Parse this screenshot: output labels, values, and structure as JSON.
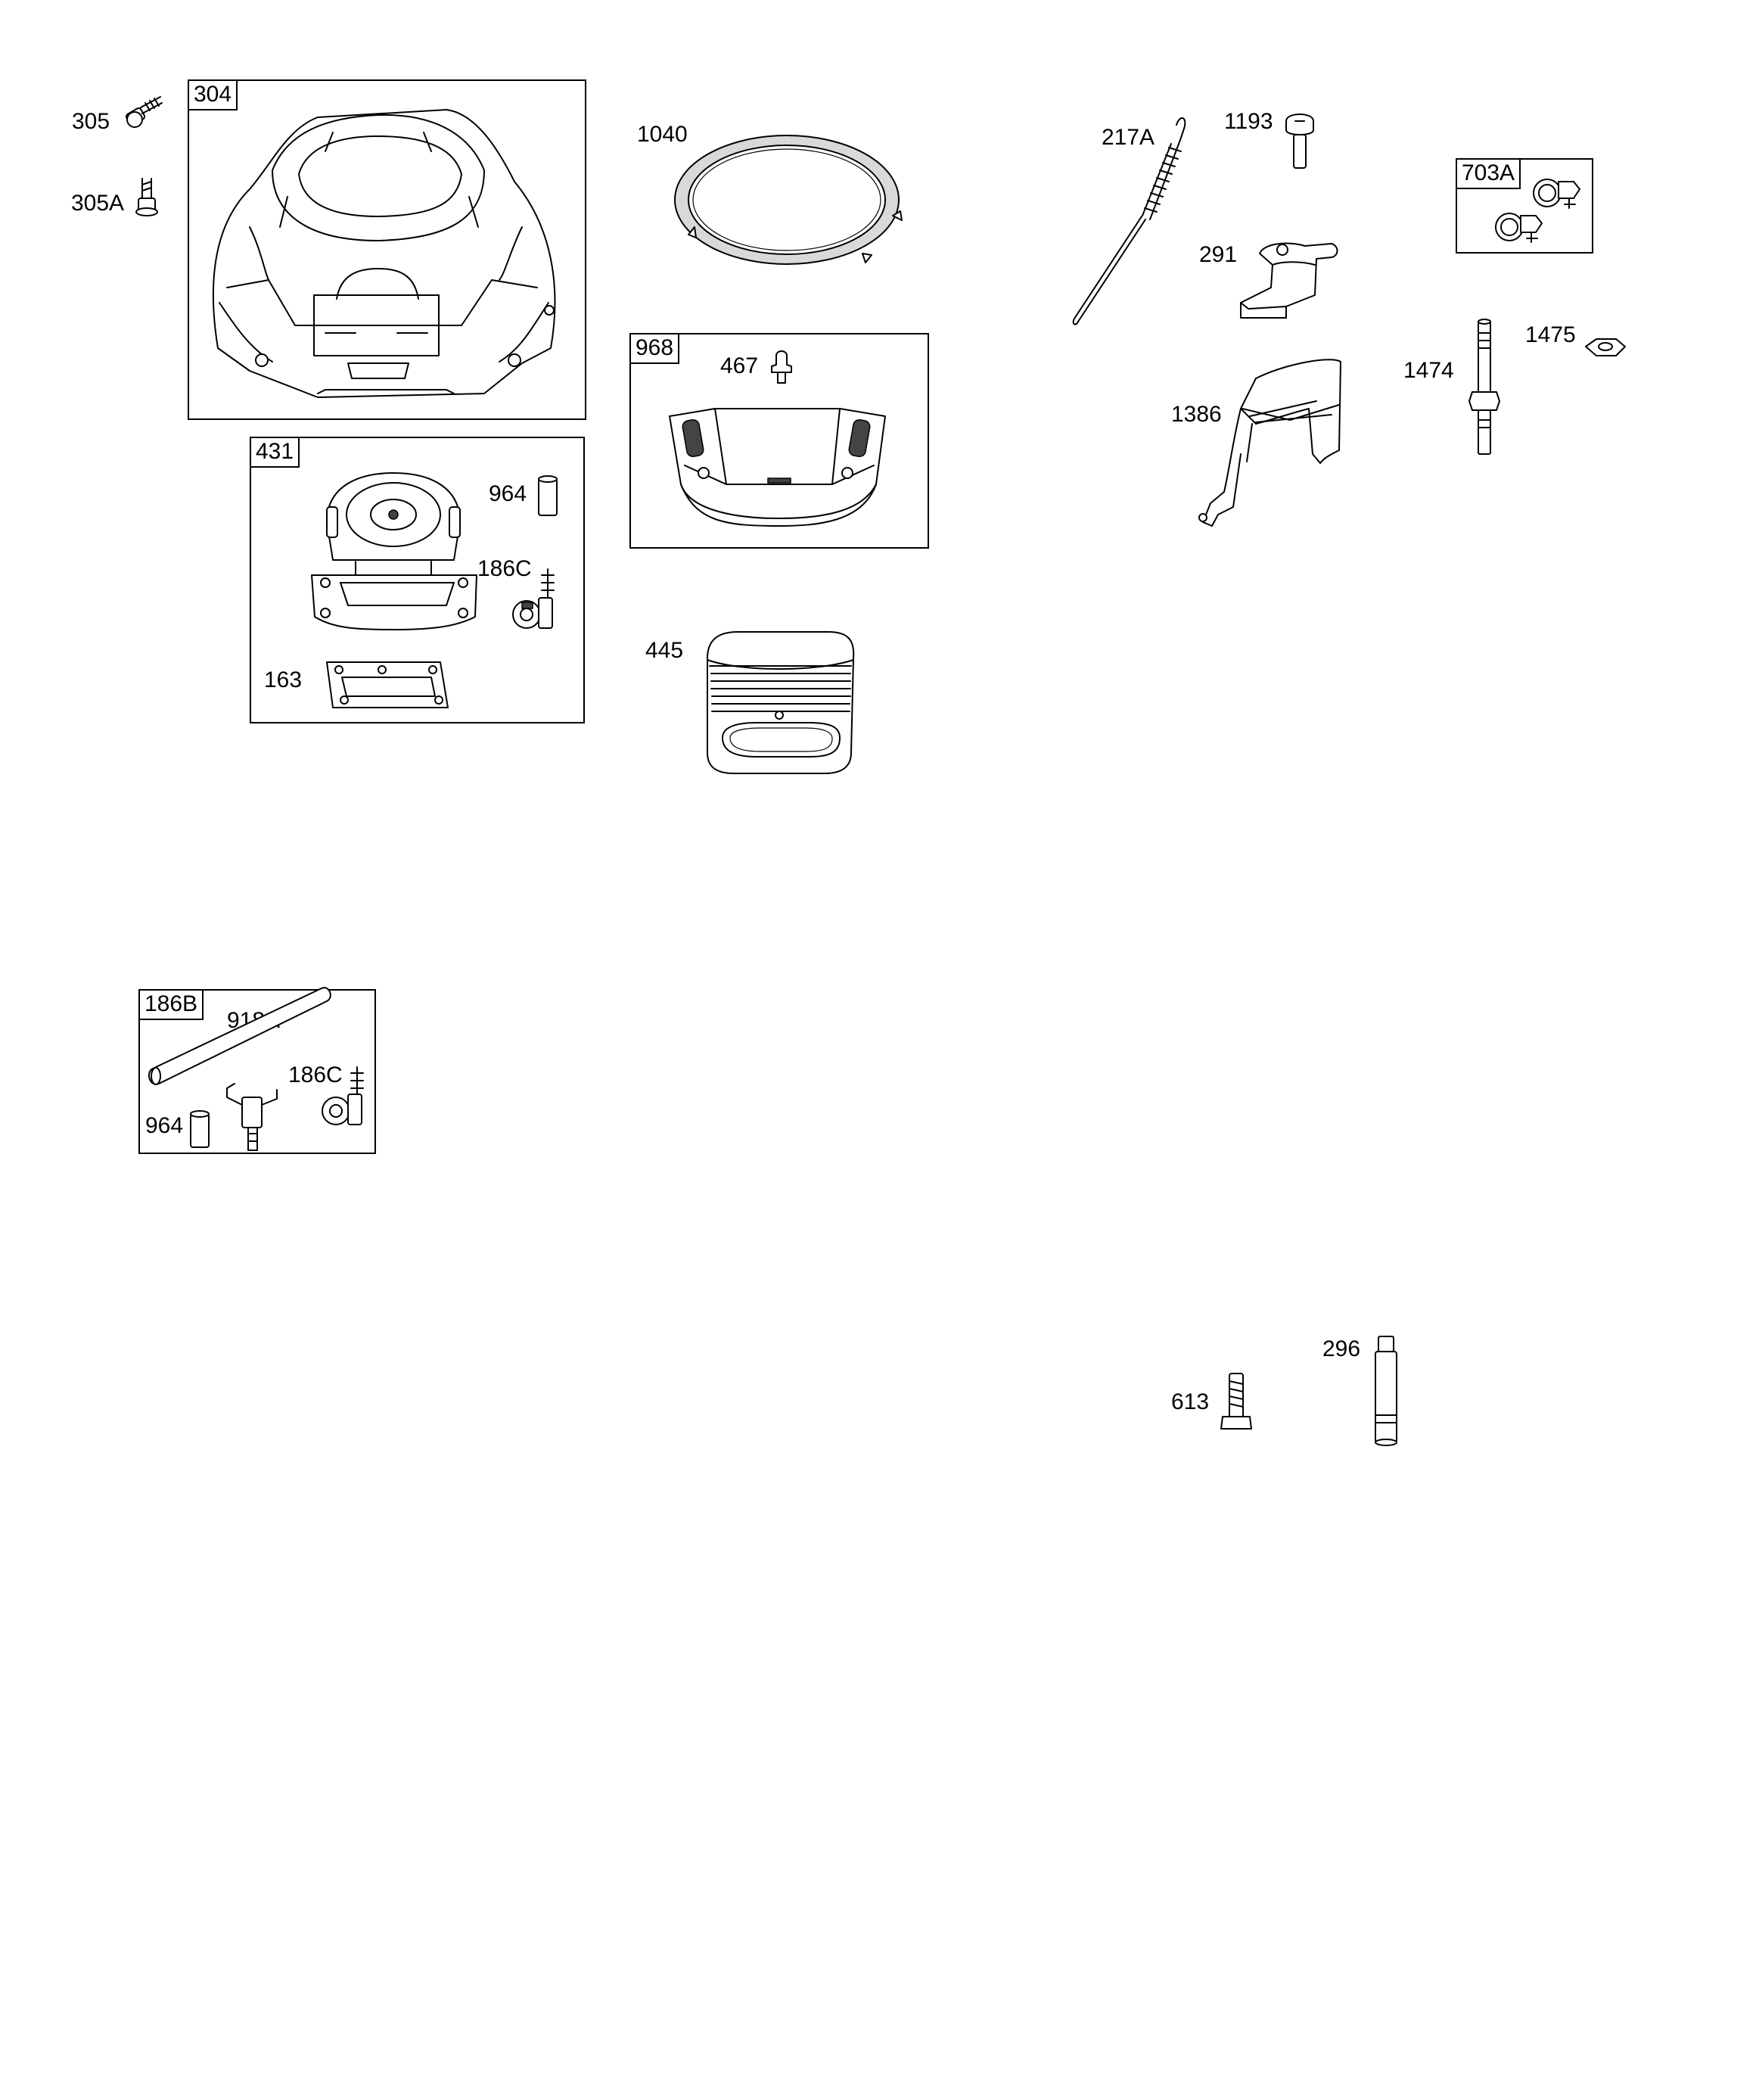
{
  "kits": {
    "k304": "304",
    "k431": "431",
    "k968": "968",
    "k703A": "703A",
    "k186B": "186B"
  },
  "labels": {
    "l305": "305",
    "l305A": "305A",
    "l1040": "1040",
    "l467": "467",
    "l445": "445",
    "l964a": "964",
    "l186Ca": "186C",
    "l163": "163",
    "l217A": "217A",
    "l1193": "1193",
    "l291": "291",
    "l1386": "1386",
    "l1474": "1474",
    "l1475": "1475",
    "l918A": "918A",
    "l186Cb": "186C",
    "l964b": "964",
    "l613": "613",
    "l296": "296"
  }
}
